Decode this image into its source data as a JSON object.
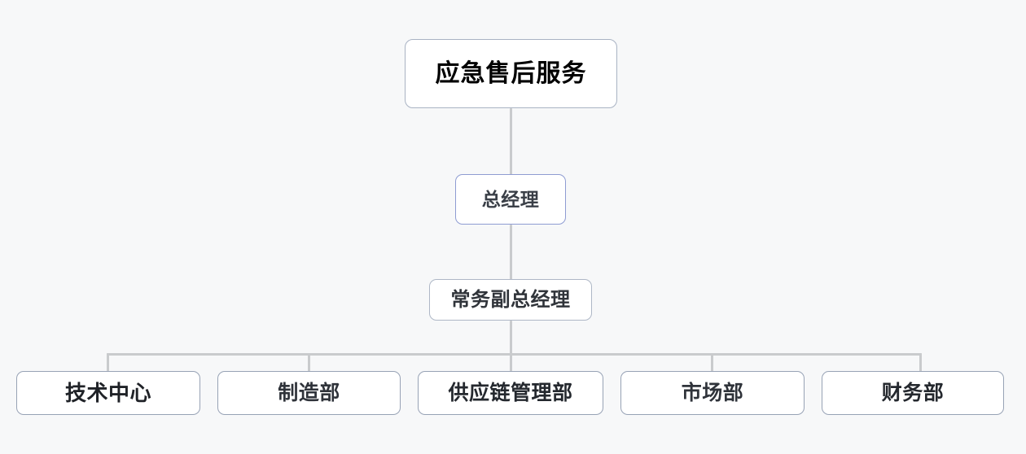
{
  "chart_data": {
    "type": "diagram",
    "diagram_type": "organization-chart",
    "title": "应急售后服务",
    "orientation": "top-down",
    "background_color": "#f7f8f9",
    "connector_color": "#c9cbcd",
    "node_border_color": "#aeb7c6",
    "highlight_border_color": "#8e9cd2",
    "node_fill_color": "#ffffff",
    "levels": 4,
    "nodes": [
      {
        "id": "root",
        "label": "应急售后服务",
        "level": 0,
        "parent": null
      },
      {
        "id": "gm",
        "label": "总经理",
        "level": 1,
        "parent": "root"
      },
      {
        "id": "deputy",
        "label": "常务副总经理",
        "level": 2,
        "parent": "gm"
      },
      {
        "id": "dept0",
        "label": "技术中心",
        "level": 3,
        "parent": "deputy"
      },
      {
        "id": "dept1",
        "label": "制造部",
        "level": 3,
        "parent": "deputy"
      },
      {
        "id": "dept2",
        "label": "供应链管理部",
        "level": 3,
        "parent": "deputy"
      },
      {
        "id": "dept3",
        "label": "市场部",
        "level": 3,
        "parent": "deputy"
      },
      {
        "id": "dept4",
        "label": "财务部",
        "level": 3,
        "parent": "deputy"
      }
    ],
    "edges": [
      {
        "from": "root",
        "to": "gm"
      },
      {
        "from": "gm",
        "to": "deputy"
      },
      {
        "from": "deputy",
        "to": "dept0"
      },
      {
        "from": "deputy",
        "to": "dept1"
      },
      {
        "from": "deputy",
        "to": "dept2"
      },
      {
        "from": "deputy",
        "to": "dept3"
      },
      {
        "from": "deputy",
        "to": "dept4"
      }
    ]
  },
  "root": {
    "label": "应急售后服务"
  },
  "general_manager": {
    "label": "总经理"
  },
  "deputy_general_manager": {
    "label": "常务副总经理"
  },
  "departments": [
    {
      "label": "技术中心"
    },
    {
      "label": "制造部"
    },
    {
      "label": "供应链管理部"
    },
    {
      "label": "市场部"
    },
    {
      "label": "财务部"
    }
  ]
}
